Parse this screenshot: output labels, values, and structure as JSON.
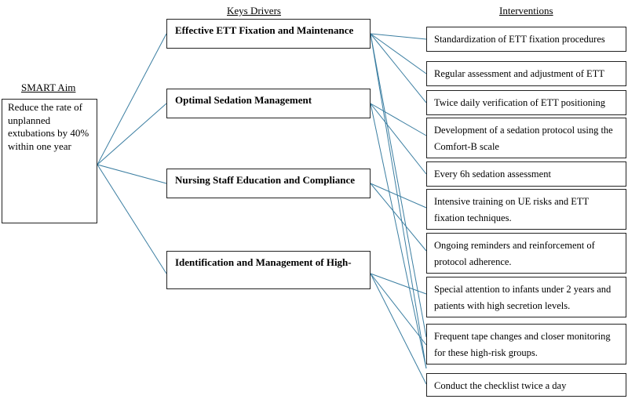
{
  "headers": {
    "smart_aim": "SMART Aim",
    "key_drivers": "Keys Drivers",
    "interventions": "Interventions"
  },
  "aim": {
    "text": "Reduce the rate of unplanned extubations by 40% within one year"
  },
  "drivers": [
    {
      "label": "Effective ETT Fixation and Maintenance"
    },
    {
      "label": "Optimal Sedation Management"
    },
    {
      "label": "Nursing Staff Education and Compliance"
    },
    {
      "label": "Identification and Management of High-"
    }
  ],
  "interventions": [
    {
      "label": "Standardization of ETT fixation procedures"
    },
    {
      "label": "Regular assessment and adjustment of ETT"
    },
    {
      "label": "Twice daily verification of ETT positioning"
    },
    {
      "label": "Development of a sedation protocol using the Comfort-B scale"
    },
    {
      "label": "Every 6h sedation assessment"
    },
    {
      "label": "Intensive training on UE risks and ETT fixation techniques."
    },
    {
      "label": "Ongoing reminders and reinforcement of protocol adherence."
    },
    {
      "label": "Special attention to infants under 2 years and patients with high secretion levels."
    },
    {
      "label": "Frequent tape changes and closer monitoring for these high-risk groups."
    },
    {
      "label": "Conduct the checklist twice a day"
    }
  ],
  "colors": {
    "connector": "#3b7ea1",
    "border": "#222222"
  }
}
